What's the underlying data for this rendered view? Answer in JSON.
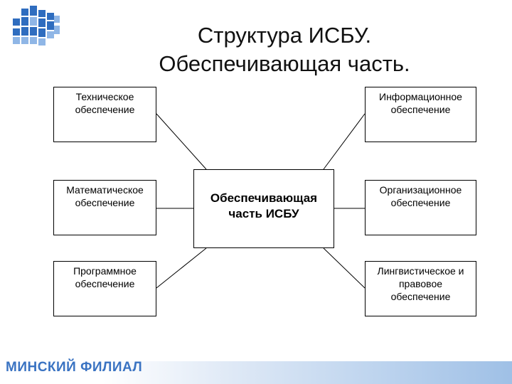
{
  "title": {
    "line1": "Структура ИСБУ.",
    "line2": "Обеспечивающая часть."
  },
  "center": {
    "line1": "Обеспечивающая",
    "line2": "часть ИСБУ"
  },
  "nodes": {
    "tech": {
      "line1": "Техническое",
      "line2": "обеспечение"
    },
    "info": {
      "line1": "Информационное",
      "line2": "обеспечение"
    },
    "math": {
      "line1": "Математическое",
      "line2": "обеспечение"
    },
    "org": {
      "line1": "Организационное",
      "line2": "обеспечение"
    },
    "soft": {
      "line1": "Программное",
      "line2": "обеспечение"
    },
    "ling": {
      "line1": "Лингвистическое и",
      "line2": "правовое",
      "line3": "обеспечение"
    }
  },
  "footer": {
    "label": "МИНСКИЙ ФИЛИАЛ"
  },
  "colors": {
    "brand": "#3a73c2",
    "logo_dark": "#2f6dbf",
    "logo_light": "#8fb6e6"
  }
}
